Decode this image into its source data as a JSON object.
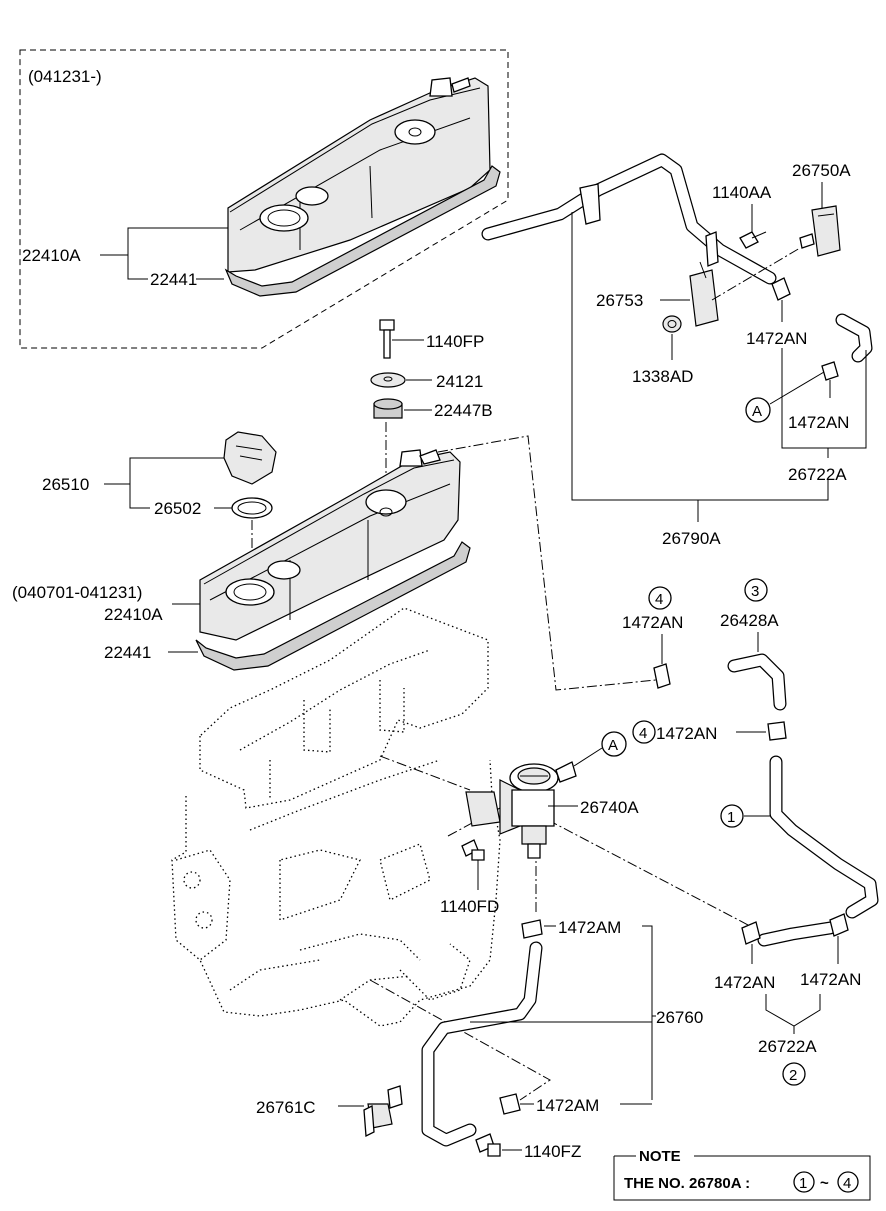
{
  "labels": {
    "date_range_top": "(041231-)",
    "cover_top_code": "22410A",
    "gasket_top_code": "22441",
    "bolt_1140fp": "1140FP",
    "washer_24121": "24121",
    "grommet_22447b": "22447B",
    "cap_26510": "26510",
    "seal_26502": "26502",
    "date_range_mid": "(040701-041231)",
    "cover_mid_code": "22410A",
    "gasket_mid_code": "22441",
    "bolt_1140aa": "1140AA",
    "bracket_26750a": "26750A",
    "bracket_26753": "26753",
    "clip_1472an_1": "1472AN",
    "nut_1338ad": "1338AD",
    "clip_1472an_2": "1472AN",
    "hose_26722a_top": "26722A",
    "pipe_26790a": "26790A",
    "ref_a_top": "A",
    "marker_4_top": "4",
    "clip_1472an_3": "1472AN",
    "marker_3": "3",
    "hose_26428a": "26428A",
    "marker_4_mid": "4",
    "clip_1472an_4": "1472AN",
    "ref_a_mid": "A",
    "valve_26740a": "26740A",
    "marker_1": "1",
    "bolt_1140fd": "1140FD",
    "clip_1472am_1": "1472AM",
    "clip_1472an_5": "1472AN",
    "clip_1472an_6": "1472AN",
    "hose_26760": "26760",
    "hose_26722a_bot": "26722A",
    "marker_2": "2",
    "bracket_26761c": "26761C",
    "clip_1472am_2": "1472AM",
    "bolt_1140fz": "1140FZ"
  },
  "note": {
    "title": "NOTE",
    "text": "THE NO. 26780A :",
    "range_start": "1",
    "range_sep": "~",
    "range_end": "4"
  }
}
